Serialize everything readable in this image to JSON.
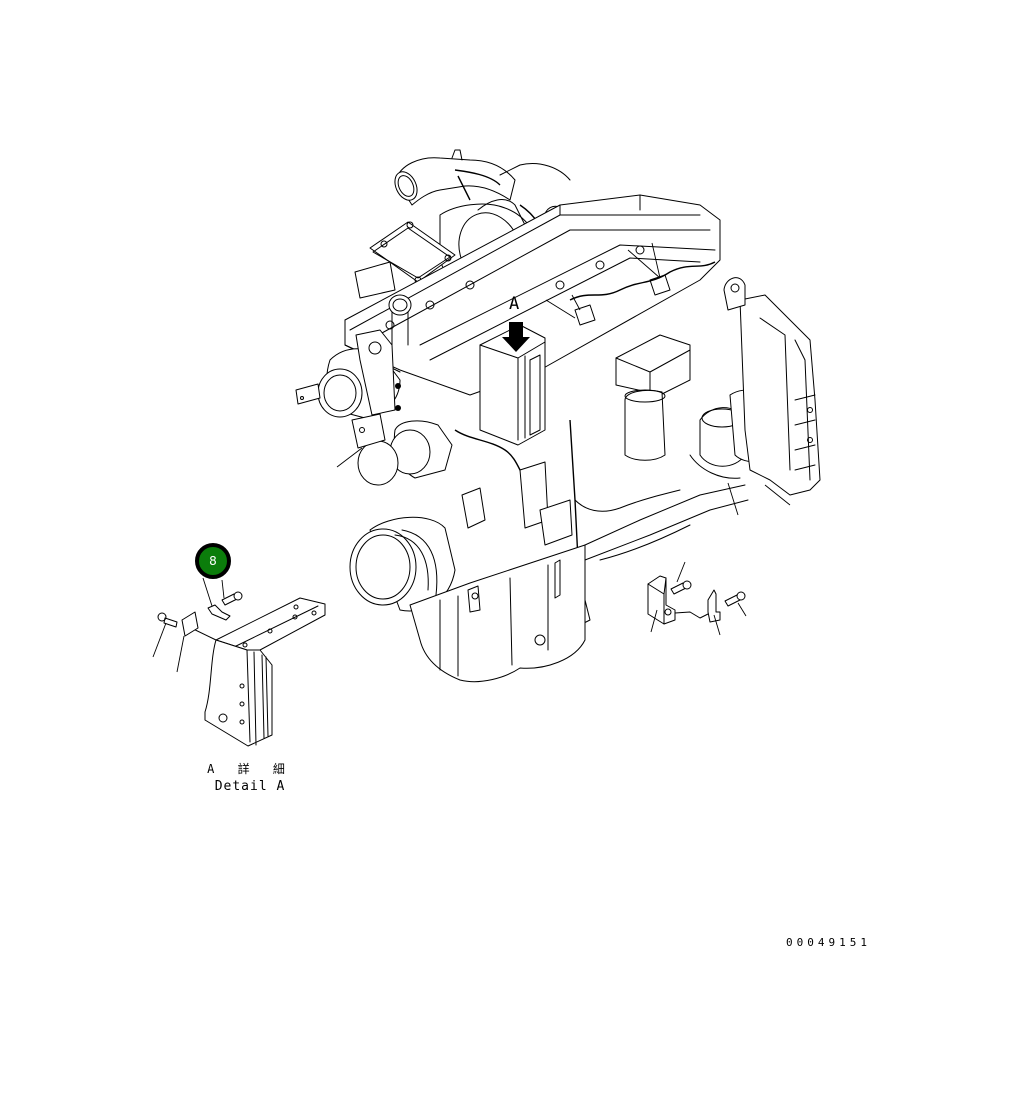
{
  "diagram": {
    "type": "parts-catalog-exploded-view",
    "subject": "engine assembly with bracket detail",
    "view_indicator": {
      "label": "A",
      "icon": "arrow-down-icon"
    },
    "detail_caption": {
      "japanese": "A 詳 細",
      "english": "Detail A"
    },
    "illustration_number": "00049151",
    "callouts": [
      {
        "number": "8",
        "fill_color": "#0b7d0b",
        "border_color": "#000000",
        "text_color": "#ffffff"
      }
    ],
    "parts_shown": [
      "engine",
      "turbocharger",
      "intake pipe",
      "crankshaft pulley",
      "oil pan",
      "mounting bracket (Detail A)",
      "bolts",
      "clamp brackets"
    ]
  }
}
